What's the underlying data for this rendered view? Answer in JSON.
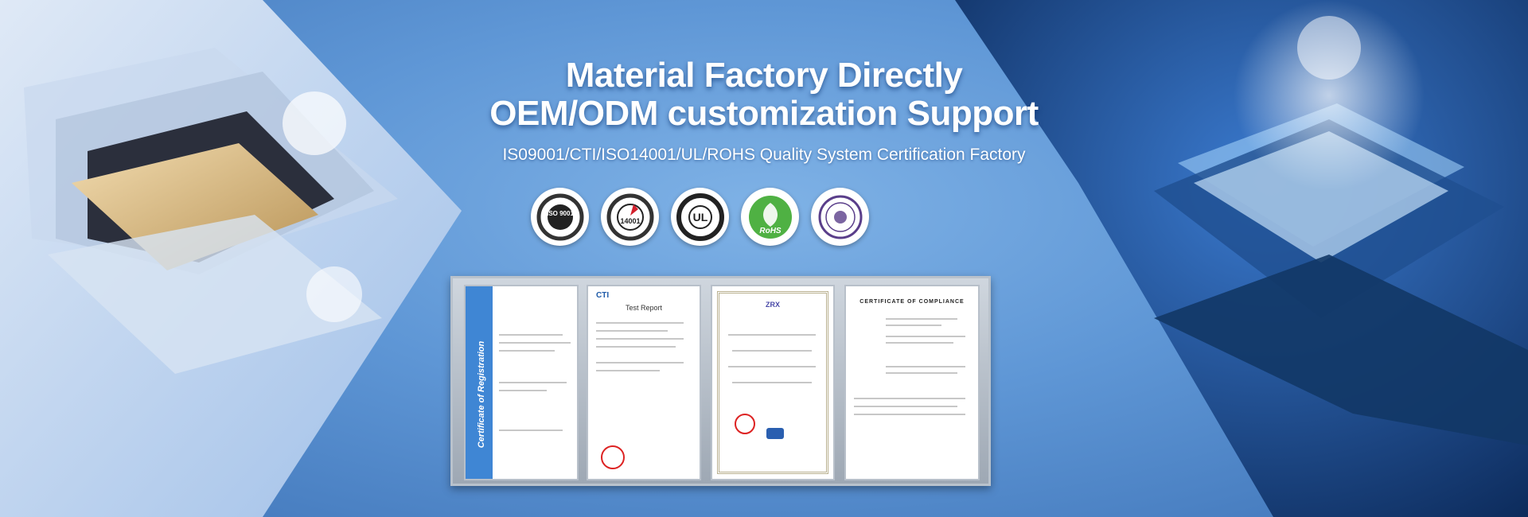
{
  "headline": {
    "line1": "Material Factory Directly",
    "line2": "OEM/ODM customization Support",
    "subline": "IS09001/CTI/ISO14001/UL/ROHS Quality System Certification Factory"
  },
  "badges": [
    {
      "icon": "iso-9001-badge-icon",
      "text": "ISO 9001"
    },
    {
      "icon": "iso-14001-badge-icon",
      "text": "14001"
    },
    {
      "icon": "ul-registered-firm-icon",
      "text": "UL"
    },
    {
      "icon": "rohs-badge-icon",
      "text": "RoHS"
    },
    {
      "icon": "seal-badge-icon",
      "text": ""
    }
  ],
  "certificates": [
    {
      "name": "Certificate of Registration",
      "side_text": "Certificate of Registration"
    },
    {
      "name": "CTI Test Report",
      "logo": "CTI",
      "title": "Test Report"
    },
    {
      "name": "ZRX quality system certificate",
      "logo": "ZRX"
    },
    {
      "name": "Certificate of Compliance",
      "title": "CERTIFICATE OF COMPLIANCE"
    }
  ],
  "colors": {
    "accent": "#5f97d6",
    "text": "#ffffff"
  }
}
